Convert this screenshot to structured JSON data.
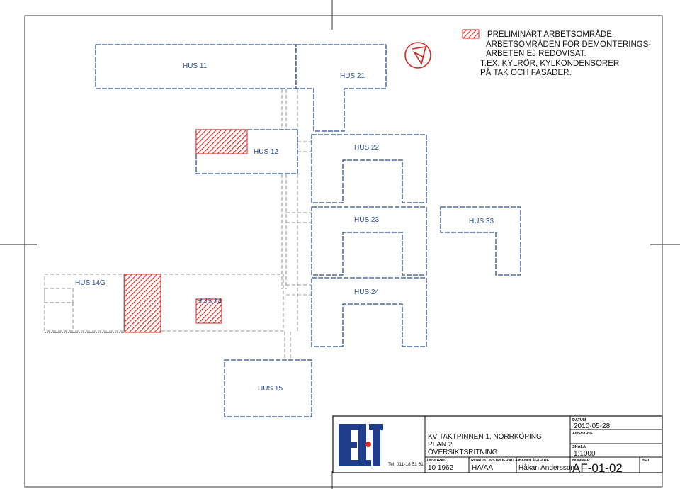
{
  "legend": {
    "line1": "= PRELIMINÄRT ARBETSOMRÅDE.",
    "line2": "ARBETSOMRÅDEN FÖR DEMONTERINGS-",
    "line3": "ARBETEN EJ REDOVISAT.",
    "line4": "T.EX. KYLRÖR, KYLKONDENSORER",
    "line5": "PÅ TAK OCH FASADER."
  },
  "buildings": {
    "hus11": "HUS 11",
    "hus21": "HUS 21",
    "hus12": "HUS 12",
    "hus22": "HUS 22",
    "hus23": "HUS 23",
    "hus33": "HUS 33",
    "hus14g": "HUS 14G",
    "hus14": "HUS 14",
    "hus24": "HUS 24",
    "hus15": "HUS 15"
  },
  "colors": {
    "building_outline": "#2a4e8f",
    "hatch": "#d9261c"
  },
  "title_block": {
    "logo_text": "ELT",
    "phone": "Tel: 011-18 51 61",
    "project_line1": "KV TAKTPINNEN 1, NORRKÖPING",
    "project_line2": "PLAN 2",
    "project_line3": "ÖVERSIKTSRITNING",
    "uppdrag_label": "UPPDRAG",
    "uppdrag_value": "10 1962",
    "ritad_label": "RITAD/KONSTRUERAD AV",
    "ritad_value": "HA/AA",
    "handlaggare_label": "HANDLÄGGARE",
    "handlaggare_value": "Håkan Andersson",
    "datum_label": "DATUM",
    "datum_value": "2010-05-28",
    "ansvarig_label": "ANSVARIG",
    "skala_label": "SKALA",
    "skala_value": "1:1000",
    "nummer_label": "NUMMER",
    "nummer_value": "AF-01-02",
    "bet_label": "BET"
  }
}
